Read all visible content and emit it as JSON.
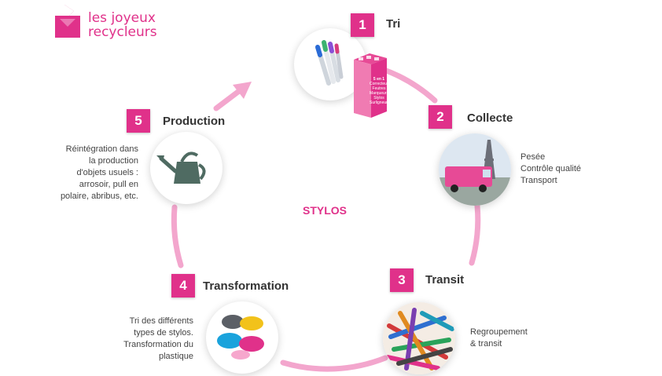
{
  "brand": {
    "line1": "les joyeux",
    "line2": "recycleurs",
    "color": "#e0318a"
  },
  "center_label": "STYLOS",
  "steps": [
    {
      "number": "1",
      "title": "Tri",
      "description": [],
      "image": "pens-and-collection-box"
    },
    {
      "number": "2",
      "title": "Collecte",
      "description": [
        "Pesée",
        "Contrôle qualité",
        "Transport"
      ],
      "image": "delivery-van-eiffel-tower"
    },
    {
      "number": "3",
      "title": "Transit",
      "description": [
        "Regroupement",
        "& transit"
      ],
      "image": "pile-of-markers"
    },
    {
      "number": "4",
      "title": "Transformation",
      "description": [
        "Tri des différents",
        "types de stylos.",
        "Transformation du",
        "plastique"
      ],
      "image": "colored-plastic-powder"
    },
    {
      "number": "5",
      "title": "Production",
      "description": [
        "Réintégration dans",
        "la production",
        "d'objets usuels :",
        "arrosoir, pull en",
        "polaire, abribus, etc."
      ],
      "image": "watering-can"
    }
  ],
  "box_label": [
    "5 en 1",
    "Correcteurs",
    "Feutres",
    "Marqueurs",
    "Stylos",
    "Surligneurs"
  ],
  "colors": {
    "accent": "#e0318a",
    "ring": "#f3a6cd"
  }
}
